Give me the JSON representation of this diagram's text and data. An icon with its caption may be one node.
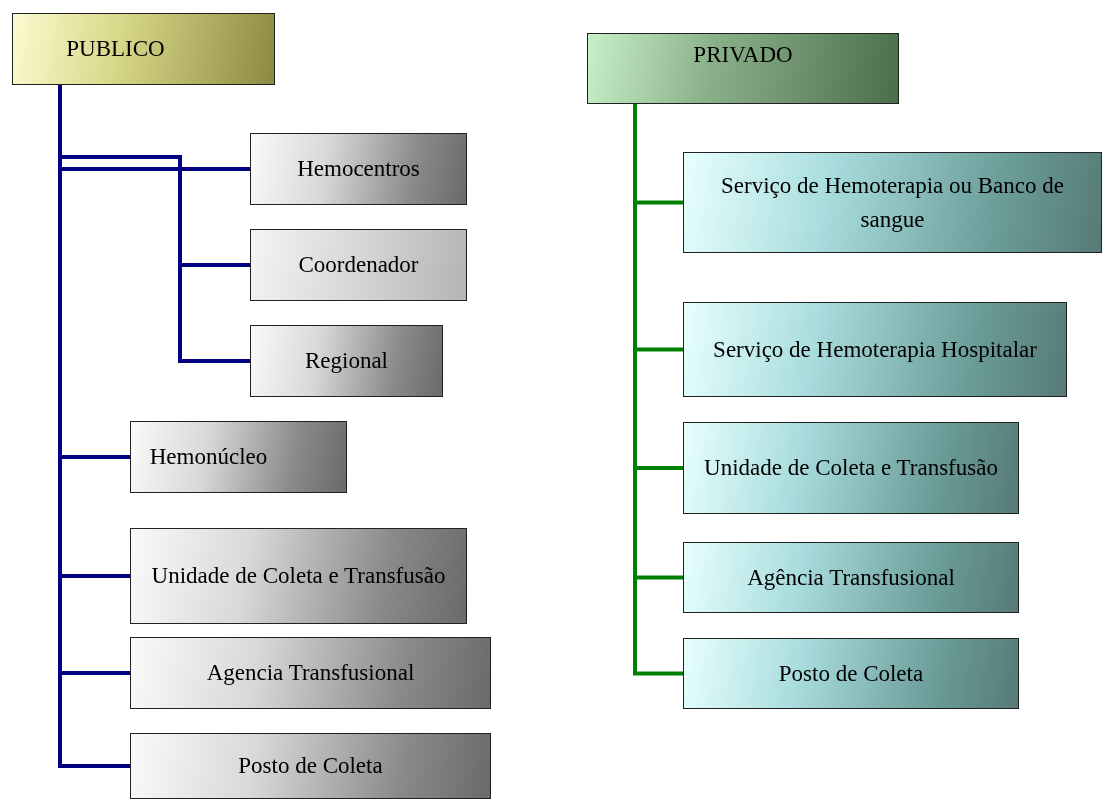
{
  "diagram": {
    "nodes": [
      {
        "text": [
          "PUBLICO"
        ]
      },
      {
        "text": [
          "Hemocentros"
        ]
      },
      {
        "text": [
          "Coordenador"
        ]
      },
      {
        "text": [
          "Regional"
        ]
      },
      {
        "text": [
          "Hemonúcleo"
        ]
      },
      {
        "text": [
          "Unidade de Coleta e Transfusão"
        ]
      },
      {
        "text": [
          "Agencia Transfusional"
        ]
      },
      {
        "text": [
          "Posto de Coleta"
        ]
      },
      {
        "text": [
          "PRIVADO"
        ]
      },
      {
        "text": [
          "Serviço de Hemoterapia ou Banco de sangue"
        ]
      },
      {
        "text": [
          "Serviço de Hemoterapia Hospitalar"
        ]
      },
      {
        "text": [
          "Unidade de Coleta e Transfusão"
        ]
      },
      {
        "text": [
          "Agência Transfusional"
        ]
      },
      {
        "text": [
          "Posto de Coleta"
        ]
      }
    ],
    "edges": [
      {
        "from": 0,
        "to": 1,
        "arrow": "none"
      },
      {
        "from": 0,
        "to": 2,
        "arrow": "none"
      },
      {
        "from": 0,
        "to": 3,
        "arrow": "none"
      },
      {
        "from": 0,
        "to": 4,
        "arrow": "none"
      },
      {
        "from": 0,
        "to": 5,
        "arrow": "none"
      },
      {
        "from": 0,
        "to": 6,
        "arrow": "none"
      },
      {
        "from": 0,
        "to": 7,
        "arrow": "none"
      },
      {
        "from": 8,
        "to": 9,
        "arrow": "none",
        "color": "#008000"
      },
      {
        "from": 8,
        "to": 10,
        "arrow": "none",
        "color": "#008000"
      },
      {
        "from": 8,
        "to": 11,
        "arrow": "none",
        "color": "#008000"
      },
      {
        "from": 8,
        "to": 12,
        "arrow": "none",
        "color": "#008000"
      },
      {
        "from": 8,
        "to": 13,
        "arrow": "none",
        "color": "#008000"
      }
    ]
  }
}
